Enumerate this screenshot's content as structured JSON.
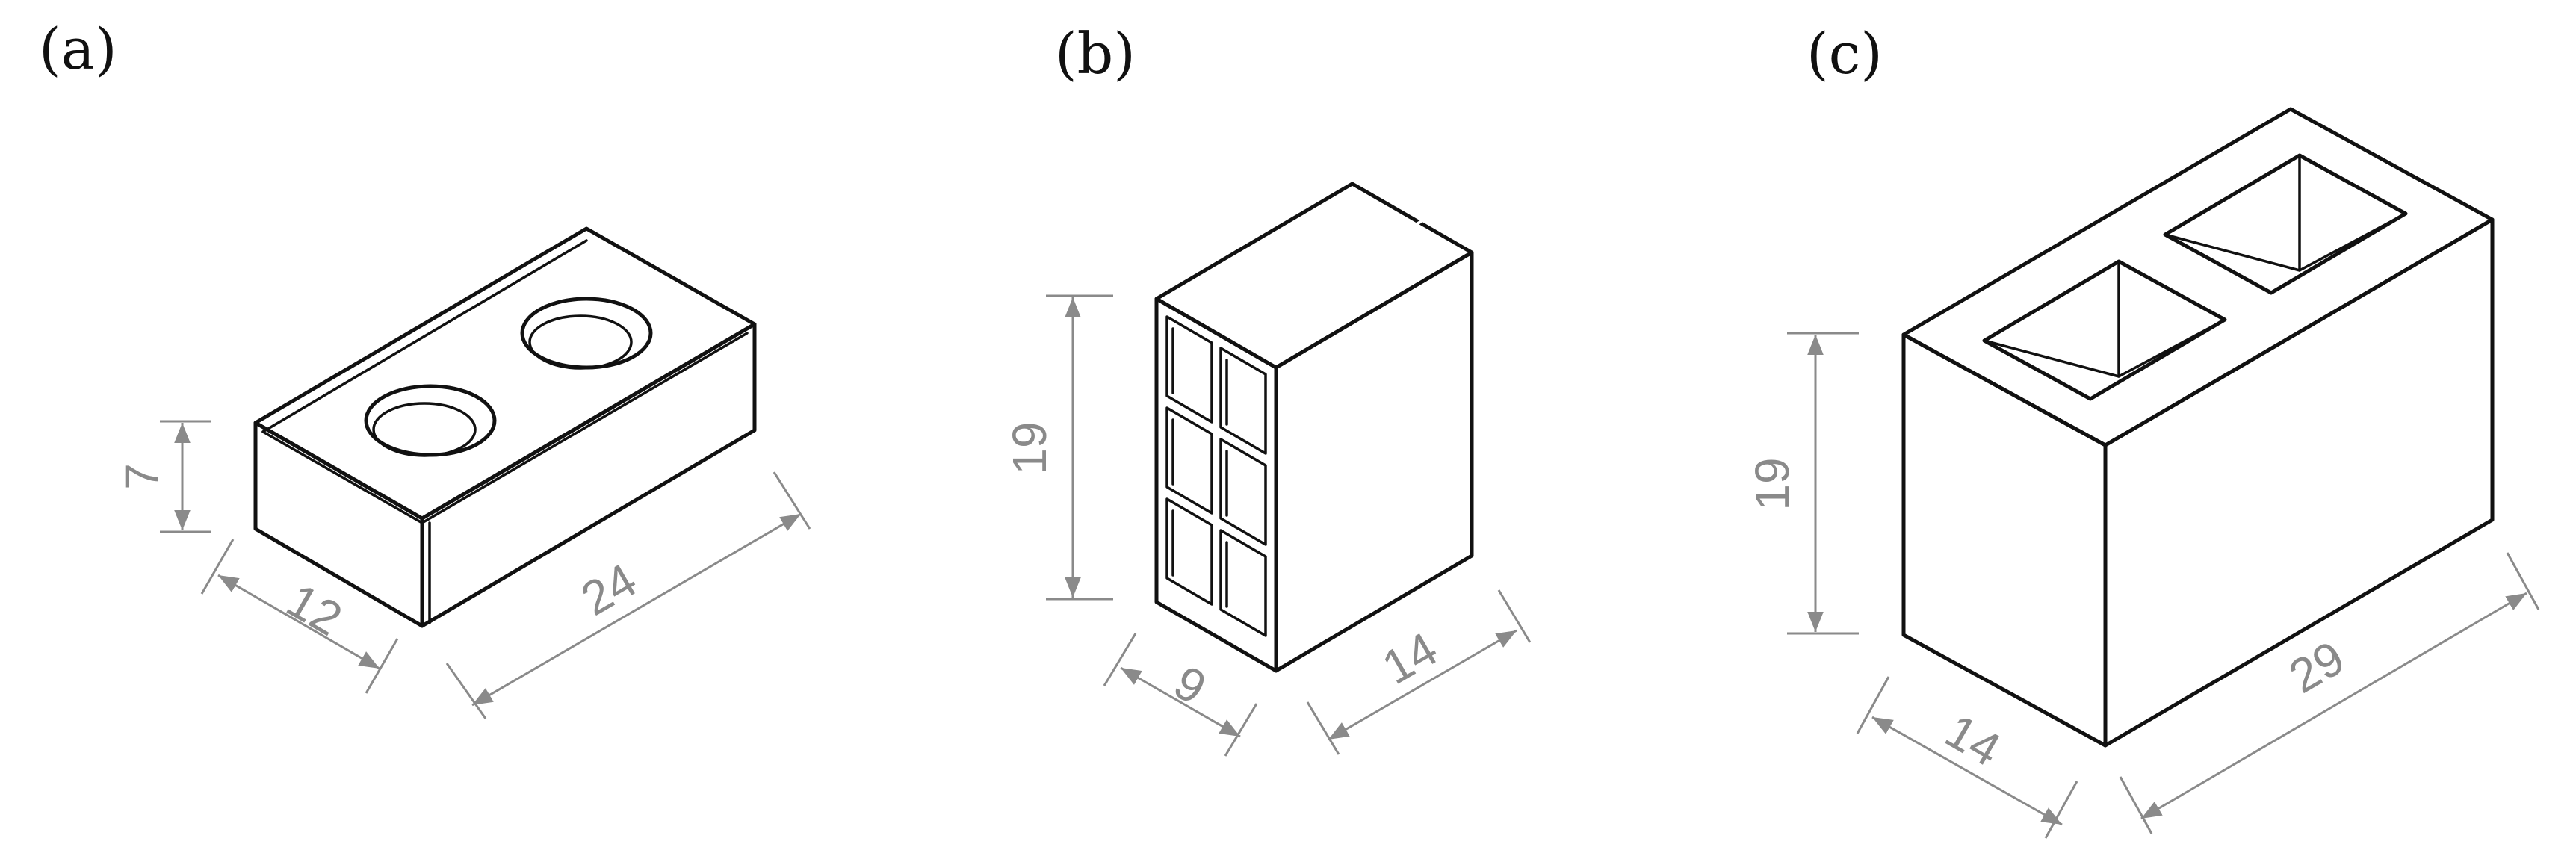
{
  "panels": {
    "a": {
      "label": "(a)",
      "dims": {
        "height": "7",
        "width": "12",
        "length": "24"
      }
    },
    "b": {
      "label": "(b)",
      "dims": {
        "height": "19",
        "width": "9",
        "length": "14"
      }
    },
    "c": {
      "label": "(c)",
      "dims": {
        "height": "19",
        "width": "14",
        "length": "29"
      }
    }
  },
  "colors": {
    "lines": "#111111",
    "dimensions": "#8a8a8a"
  }
}
